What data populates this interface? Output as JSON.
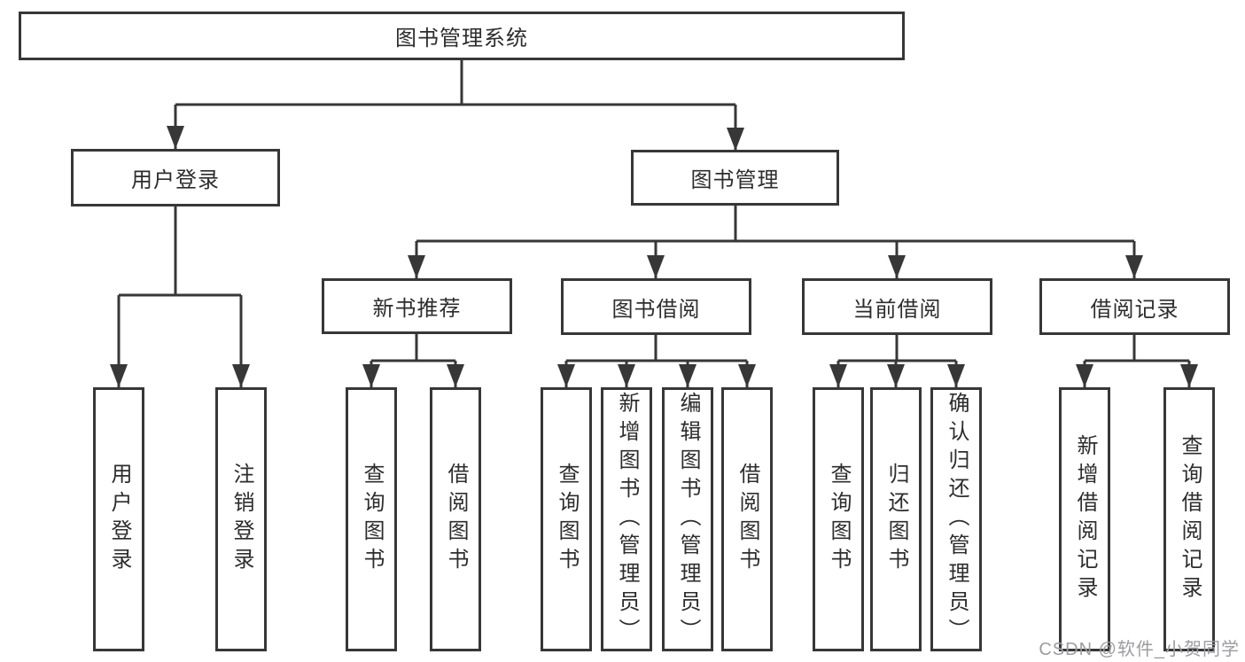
{
  "tree": {
    "root": "图书管理系统",
    "branches": [
      {
        "label": "用户登录",
        "children": [
          "用户登录",
          "注销登录"
        ]
      },
      {
        "label": "图书管理",
        "sections": [
          {
            "label": "新书推荐",
            "children": [
              "查询图书",
              "借阅图书"
            ]
          },
          {
            "label": "图书借阅",
            "children": [
              "查询图书",
              "新增图书（管理员）",
              "编辑图书（管理员）",
              "借阅图书"
            ]
          },
          {
            "label": "当前借阅",
            "children": [
              "查询图书",
              "归还图书",
              "确认归还（管理员）"
            ]
          },
          {
            "label": "借阅记录",
            "children": [
              "新增借阅记录",
              "查询借阅记录"
            ]
          }
        ]
      }
    ]
  },
  "watermark": "CSDN @软件_小贺同学",
  "colors": {
    "line": "#373737",
    "text": "#2d2d2d",
    "background": "#ffffff",
    "watermark": "#9c9ca1"
  }
}
